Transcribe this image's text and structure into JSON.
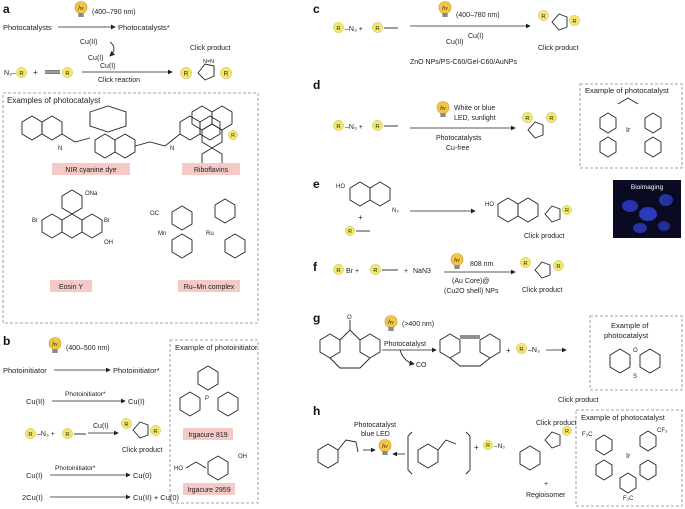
{
  "panels": {
    "a": {
      "label": "a",
      "hv": "hν",
      "wavelength": "(400–790 nm)",
      "photocatalysts": "Photocatalysts",
      "photocatalysts_star": "Photocatalysts*",
      "cu2": "Cu(II)",
      "cu1": "Cu(I)",
      "cu1_arrow": "Cu(I)",
      "click_reaction": "Click reaction",
      "click_product": "Click product",
      "examples_title": "Examples of photocatalyst",
      "names": [
        "NIR cyanine dye",
        "Riboflavins",
        "Eosin Y",
        "Ru–Mn complex"
      ]
    },
    "b": {
      "label": "b",
      "hv": "hν",
      "wavelength": "(400–500 nm)",
      "photoinitiator": "Photoinitiator",
      "photoinitiator_star": "Photoinitiator*",
      "cu2": "Cu(II)",
      "cu1": "Cu(I)",
      "click_product": "Click product",
      "cu0_line1_left": "Cu(I)",
      "cu0_line1_right": "Cu(0)",
      "cu0_line2_left": "2Cu(I)",
      "cu0_line2_right": "Cu(II)  +  Cu(0)",
      "example_title": "Example of photoinitiator",
      "names": [
        "Irgacure 819",
        "Irgacure 2959"
      ]
    },
    "c": {
      "label": "c",
      "hv": "hν",
      "wavelength": "(400–780 nm)",
      "cu2": "Cu(II)",
      "cu1": "Cu(I)",
      "catalyst": "ZnO NPs/PS-C60/Gel-C60/AuNPs",
      "click_product": "Click product"
    },
    "d": {
      "label": "d",
      "light": "White or blue",
      "light2": "LED, sunlight",
      "photocatalysts": "Photocatalysts",
      "cufree": "Cu-free",
      "example_title": "Example of photocatalyst"
    },
    "e": {
      "label": "e",
      "click_product": "Click product",
      "bioimaging": "Bioimaging"
    },
    "f": {
      "label": "f",
      "nan3": "NaN3",
      "hv": "hν",
      "wavelength": "808 nm",
      "catalyst1": "(Au Core)@",
      "catalyst2": "(Cu2O shell) NPs",
      "click_product": "Click product"
    },
    "g": {
      "label": "g",
      "hv": "hν",
      "wavelength": "(>400 nm)",
      "photocatalyst": "Photocatalyst",
      "co": "CO",
      "click_product": "Click product",
      "example_title1": "Example of",
      "example_title2": "photocatalyst"
    },
    "h": {
      "label": "h",
      "photocatalyst": "Photocatalyst",
      "blue_led": "blue LED",
      "click_product": "Click product",
      "regio": "Regioisomer",
      "example_title": "Example of photocatalyst"
    }
  },
  "colors": {
    "bulb": "#f3c64a",
    "substituent": "#f3e86a",
    "pink": "#f4c9c6"
  }
}
